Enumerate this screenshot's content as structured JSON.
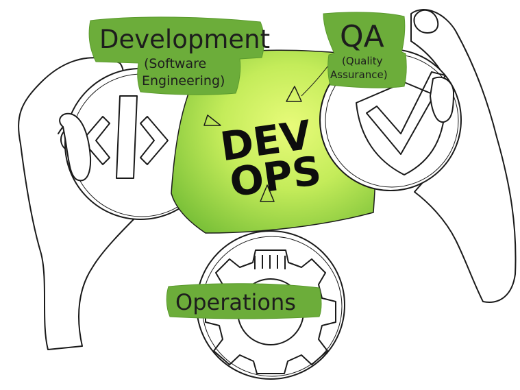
{
  "colors": {
    "accent_green": "#6cad3a",
    "bright_green": "#d7f56a",
    "stroke": "#1a1a1a",
    "background": "#ffffff"
  },
  "center": {
    "line1": "DEV",
    "line2": "OPS"
  },
  "development": {
    "title": "Development",
    "subtitle_line1": "(Software",
    "subtitle_line2": "Engineering)",
    "icon": "code-brackets-icon"
  },
  "qa": {
    "title": "QA",
    "subtitle_line1": "(Quality",
    "subtitle_line2": "Assurance)",
    "icon": "checkmark-shield-icon"
  },
  "operations": {
    "title": "Operations",
    "icon": "gear-icon"
  }
}
